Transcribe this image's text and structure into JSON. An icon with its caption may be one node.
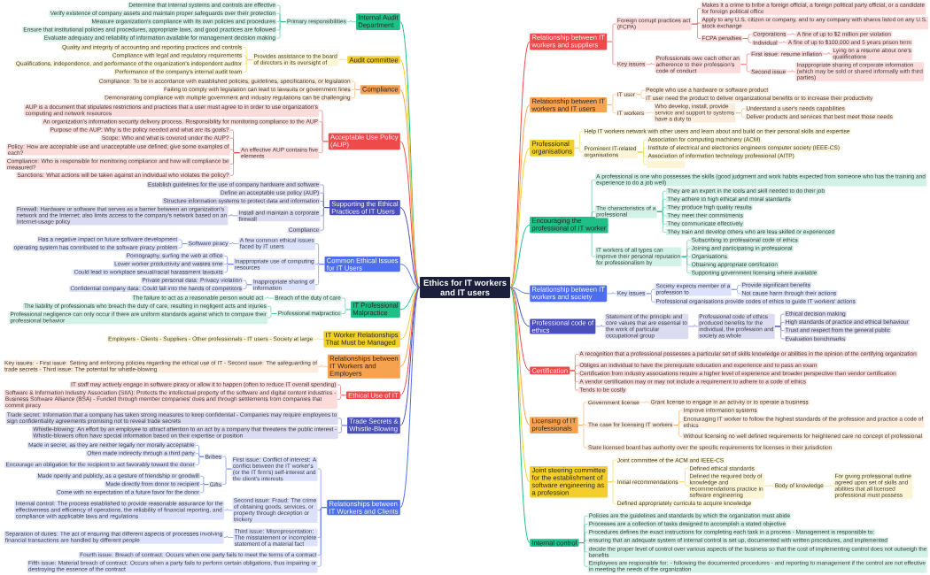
{
  "diagram": {
    "nodes": [
      {
        "text": [
          "Ethics for IT workers and IT users"
        ]
      },
      {
        "text": [
          "Internal Audit Department"
        ]
      },
      {
        "text": [
          "Primary responsibilities"
        ]
      },
      {
        "text": [
          "Determine that internal systems and controls are effective"
        ]
      },
      {
        "text": [
          "Verify existence of company assets and maintain proper safeguards over their protection"
        ]
      },
      {
        "text": [
          "Measure organization's compliance with its own policies and procedures"
        ]
      },
      {
        "text": [
          "Ensure that institutional policies and procedures, appropriate laws, and good practices are followed"
        ]
      },
      {
        "text": [
          "Evaluate adequacy and reliability of information available for management decision making"
        ]
      },
      {
        "text": [
          "Audit committee"
        ]
      },
      {
        "text": [
          "Provides assistance to the board of directors in its oversight of"
        ]
      },
      {
        "text": [
          "Quality and integrity of accounting and reporting practices and controls"
        ]
      },
      {
        "text": [
          "Compliance with legal and regulatory requirements"
        ]
      },
      {
        "text": [
          "Qualifications, independence, and performance of the organization's independent auditor"
        ]
      },
      {
        "text": [
          "Performance of the company's internal audit team"
        ]
      },
      {
        "text": [
          "Compliance"
        ]
      },
      {
        "text": [
          "Compliance: To be in accordance with established policies, guidelines, specifications, or legislation"
        ]
      },
      {
        "text": [
          "Failing to comply with legislation can lead to lawsuits or government fines"
        ]
      },
      {
        "text": [
          "Demonstrating compliance with multiple government and industry regulations can be challenging"
        ]
      },
      {
        "text": [
          "Acceptable Use Policy (AUP)"
        ]
      },
      {
        "text": [
          "AUP is a document that stipulates restrictions and practices that a user must agree to in order to use organization's computing and network resources"
        ]
      },
      {
        "text": [
          "An organization's information security delivery process. Responsibility for monitoring compliance to the AUP"
        ]
      },
      {
        "text": [
          "An effective AUP contains five elements"
        ]
      },
      {
        "text": [
          "Purpose of the AUP: Why is the policy needed and what are its goals?"
        ]
      },
      {
        "text": [
          "Scope: Who and what is covered under the AUP?"
        ]
      },
      {
        "text": [
          "Policy: How are acceptable use and unacceptable use defined; give some examples of each?"
        ]
      },
      {
        "text": [
          "Compliance: Who is responsible for monitoring compliance and how will compliance be measured?"
        ]
      },
      {
        "text": [
          "Sanctions: What actions will be taken against an individual who violates the policy?"
        ]
      },
      {
        "text": [
          "Supporting the Ethical Practices of IT Users"
        ]
      },
      {
        "text": [
          "Establish guidelines for the use of company hardware and software"
        ]
      },
      {
        "text": [
          "Define an acceptable use policy (AUP)"
        ]
      },
      {
        "text": [
          "Structure information systems to protect data and information"
        ]
      },
      {
        "text": [
          "Install and maintain a corporate firewall"
        ]
      },
      {
        "text": [
          "Firewall: Hardware or software that serves as a barrier between an organization's network and the Internet; also limits access to the company's network based on an Internet-usage policy"
        ]
      },
      {
        "text": [
          "Compliance"
        ]
      },
      {
        "text": [
          "Common Ethical Issues for IT Users"
        ]
      },
      {
        "text": [
          "A few common ethical issues faced by IT users"
        ]
      },
      {
        "text": [
          "Software piracy"
        ]
      },
      {
        "text": [
          "Has a negative impact on future software development"
        ]
      },
      {
        "text": [
          "operating system has contributed to the software piracy problem"
        ]
      },
      {
        "text": [
          "Inappropriate use of computing resources"
        ]
      },
      {
        "text": [
          "Pornography, surfing the web at office"
        ]
      },
      {
        "text": [
          "Lower worker productivity and wastes time"
        ]
      },
      {
        "text": [
          "Could lead to workplace sexual/racial harassment lawsuits"
        ]
      },
      {
        "text": [
          "Inappropriate sharing of information"
        ]
      },
      {
        "text": [
          "Private personal data: Privacy violation"
        ]
      },
      {
        "text": [
          "Confidential company data: Could fall into the hands of competitors"
        ]
      },
      {
        "text": [
          "IT Professional Malpractice"
        ]
      },
      {
        "text": [
          "Breach of the duty of care"
        ]
      },
      {
        "text": [
          "The failure to act as a reasonable person would act"
        ]
      },
      {
        "text": [
          "Professional malpractice"
        ]
      },
      {
        "text": [
          "The liability of professionals who breach the duty of care, resulting in negligent acts and injuries"
        ]
      },
      {
        "text": [
          "Professional negligence can only occur if there are uniform standards against which to compare their professional behavior"
        ]
      },
      {
        "text": [
          "IT Worker Relationships That Must be Managed"
        ]
      },
      {
        "text": [
          "Employers - Clients - Suppliers - Other professionals - IT users - Society at large"
        ]
      },
      {
        "text": [
          "Relationships between IT Workers and Employers"
        ]
      },
      {
        "text": [
          "Key issues: - First issue: Setting and enforcing policies regarding the ethical use of IT - Second issue: The safeguarding of trade secrets - Third issue: The potential for whistle-blowing"
        ]
      },
      {
        "text": [
          "Ethical Use of IT"
        ]
      },
      {
        "text": [
          "IT staff may actively engage in software piracy or allow it to happen (often to reduce IT overall spending)"
        ]
      },
      {
        "text": [
          "Software & Information Industry Association (SIIA): Protects the intellectual property of the software and digital content industries - Business Software Alliance (BSA) - Funded through member companies' dues and through settlements from companies that commit piracy"
        ]
      },
      {
        "text": [
          "Trade Secrets & Whistle-Blowing"
        ]
      },
      {
        "text": [
          "Trade secret: Information that a company has taken strong measures to keep confidential - Companies may require employees to sign confidentiality agreements promising not to reveal trade secrets"
        ]
      },
      {
        "text": [
          "Whistle-blowing: An effort by an employee to attract attention to an act by a company that threatens the public interest - Whistle-blowers often have special information based on their expertise or position"
        ]
      },
      {
        "text": [
          "Relationships between IT Workers and Clients"
        ]
      },
      {
        "text": [
          "First issue: Conflict of interest: A conflict between the IT worker's (or the IT firm's) self-interest and the client's interests"
        ]
      },
      {
        "text": [
          "Bribes"
        ]
      },
      {
        "text": [
          "Made in secret, as they are neither legally nor morally acceptable"
        ]
      },
      {
        "text": [
          "Often made indirectly through a third party"
        ]
      },
      {
        "text": [
          "Encourage an obligation for the recipient to act favorably toward the donor"
        ]
      },
      {
        "text": [
          "Gifts"
        ]
      },
      {
        "text": [
          "Made openly and publicly, as a gesture of friendship or goodwill"
        ]
      },
      {
        "text": [
          "Made directly from donor to recipient"
        ]
      },
      {
        "text": [
          "Come with no expectation of a future favor for the donor"
        ]
      },
      {
        "text": [
          "Second issue: Fraud: The crime of obtaining goods, services, or property through deception or trickery"
        ]
      },
      {
        "text": [
          "Internal control: The process established to provide reasonable assurance for the effectiveness and efficiency of operations, the reliability of financial reporting, and compliance with applicable laws and regulations"
        ]
      },
      {
        "text": [
          "Third issue: Misrepresentation: The misstatement or incomplete statement of a material fact"
        ]
      },
      {
        "text": [
          "Separation of duties: The act of ensuring that different aspects of processes involving financial transactions are handled by different people"
        ]
      },
      {
        "text": [
          "Fourth issue: Breach of contract: Occurs when one party fails to meet the terms of a contract"
        ]
      },
      {
        "text": [
          "Fifth issue: Material breach of contract: Occurs when a party fails to perform certain obligations, thus impairing or destroying the essence of the contract"
        ]
      },
      {
        "text": [
          "Relationship between IT workers and suppliers"
        ]
      },
      {
        "text": [
          "Foreign corrupt practices act (FCPA)"
        ]
      },
      {
        "text": [
          "Makes it a crime to bribe a foreign official, a foreign political party official, or a candidate for foreign political office"
        ]
      },
      {
        "text": [
          "Apply to any U.S. citizen or company, and to any company with shares listed on any U.S. stock exchange"
        ]
      },
      {
        "text": [
          "FCPA penalties"
        ]
      },
      {
        "text": [
          "Corporations"
        ]
      },
      {
        "text": [
          "A fine of up to $2 million per violation"
        ]
      },
      {
        "text": [
          "Individual"
        ]
      },
      {
        "text": [
          "A fine of up to $100,000 and 5 years prison term"
        ]
      },
      {
        "text": [
          "Key issues"
        ]
      },
      {
        "text": [
          "Professionals owe each other an adherence to their profession's code of conduct"
        ]
      },
      {
        "text": [
          "First issue: resume inflation"
        ]
      },
      {
        "text": [
          "Lying on a resume about one's qualifications"
        ]
      },
      {
        "text": [
          "Second issue"
        ]
      },
      {
        "text": [
          "Inappropriate sharing of corporate information (which may be sold or shared informally with third parties)"
        ]
      },
      {
        "text": [
          "Relationship between IT workers and IT users"
        ]
      },
      {
        "text": [
          "IT user"
        ]
      },
      {
        "text": [
          "People who use a hardware or software product"
        ]
      },
      {
        "text": [
          "IT user need the product to deliver organizational benefits or to increase their productivity"
        ]
      },
      {
        "text": [
          "IT workers"
        ]
      },
      {
        "text": [
          "Who develop, install, provide service and support to systems have a duty to"
        ]
      },
      {
        "text": [
          "Understand a user's needs capabilities"
        ]
      },
      {
        "text": [
          "Deliver products and services that best meet those needs"
        ]
      },
      {
        "text": [
          "Professional organisations"
        ]
      },
      {
        "text": [
          "Help IT workers network with other users and learn about and build on their personal skills and expertise"
        ]
      },
      {
        "text": [
          "Prominent IT-related organisations"
        ]
      },
      {
        "text": [
          "Association for computing machinery (ACM)"
        ]
      },
      {
        "text": [
          "Institute of electrical and electronics engineers computer society (IEEE-CS)"
        ]
      },
      {
        "text": [
          "Association of information technology professional (AITP)"
        ]
      },
      {
        "text": [],
        "shape": "box"
      },
      {
        "text": [
          "Encouraging the professional of IT worker"
        ]
      },
      {
        "text": [
          "A professional is one who possesses the skills (good judgment and work habits expected from someone who has the training and experience to do a job well)"
        ]
      },
      {
        "text": [
          "The characteristics of a professional"
        ]
      },
      {
        "text": [
          "They are an expert in the tools and skill needed to do their job"
        ]
      },
      {
        "text": [
          "They adhere to high ethical and moral standards"
        ]
      },
      {
        "text": [
          "They produce high quality results"
        ]
      },
      {
        "text": [
          "They meet their commitments"
        ]
      },
      {
        "text": [
          "They communicate effectively"
        ]
      },
      {
        "text": [
          "They train and develop others who are less skilled or experienced"
        ]
      },
      {
        "text": [
          "IT workers of all types can improve their personal reputation for professionalism by"
        ]
      },
      {
        "text": [
          "Subscribing to professional code of ethics"
        ]
      },
      {
        "text": [
          "Joining and participating in professional"
        ]
      },
      {
        "text": [
          "Organisations"
        ]
      },
      {
        "text": [
          "Obtaining appropriate certification"
        ]
      },
      {
        "text": [
          "Supporting government licensing where available"
        ]
      },
      {
        "text": [
          "Relationship between IT workers and society"
        ]
      },
      {
        "text": [
          "Key issues"
        ]
      },
      {
        "text": [
          "Society expects member of a profession to"
        ]
      },
      {
        "text": [
          "Provide significant benefits"
        ]
      },
      {
        "text": [
          "Not cause harm through their actions"
        ]
      },
      {
        "text": [
          "Professional organisations provide codes of ethics to guide IT workers' actions"
        ]
      },
      {
        "text": [
          "Professional code of ethics"
        ]
      },
      {
        "text": [
          "Statement of the principle and core values that are essential to the work of particular occupational group"
        ]
      },
      {
        "text": [
          "Professional code of ethics produced benefits for the individual, the profession and society as whole"
        ]
      },
      {
        "text": [
          "Ethical decision making"
        ]
      },
      {
        "text": [
          "High standards of practice and ethical behaviour"
        ]
      },
      {
        "text": [
          "Trust and respect from the general public"
        ]
      },
      {
        "text": [
          "Evaluation benchmarks"
        ]
      },
      {
        "text": [
          "Certification"
        ]
      },
      {
        "text": [
          "A recognition that a professional possesses a particular set of skills knowledge or abilities in the opinion of the certifying organization"
        ]
      },
      {
        "text": [
          "Obliges an individual to have the prerequisite education and experience and to pass an exam"
        ]
      },
      {
        "text": [
          "Certification from industry associations require a higher level of experience and broader perspective than vendor certification"
        ]
      },
      {
        "text": [
          "A vendor certification may or may not include a requirement to adhere to a code of ethics"
        ]
      },
      {
        "text": [
          "Tends to be costly"
        ]
      },
      {
        "text": [
          "Licensing of IT professionals"
        ]
      },
      {
        "text": [
          "Government license"
        ]
      },
      {
        "text": [
          "Grant license to engage in an activity or to operate a business"
        ]
      },
      {
        "text": [
          "The case for licensing IT workers"
        ]
      },
      {
        "text": [
          "Improve information systems"
        ]
      },
      {
        "text": [
          "Encouraging IT worker to follow the highest standards of the profession and practice a code of ethics"
        ]
      },
      {
        "text": [
          "Without licensing no well defined requirements for heightened care no concept of professional"
        ]
      },
      {
        "text": [
          "State licensed board has authority over the specific requirements for licenses in their jurisdiction"
        ]
      },
      {
        "text": [
          "Joint steering committee for the establishment of software engineering as a profession"
        ]
      },
      {
        "text": [
          "Joint committee of the ACM and IEEE-CS"
        ]
      },
      {
        "text": [
          "Initial recommendations"
        ]
      },
      {
        "text": [
          "Defined ethical standards"
        ]
      },
      {
        "text": [
          "Defined the required body of knowledge and recommendations practice in software engineering"
        ]
      },
      {
        "text": [
          "Body of knowledge"
        ]
      },
      {
        "text": [
          "For giving professional outline agreed upon set of skills and abilities that all licensed professional must possess"
        ]
      },
      {
        "text": [
          "Defined appropriately curricula to acquire knowledge"
        ]
      },
      {
        "text": [
          "Internal control"
        ]
      },
      {
        "text": [
          "Policies are the guidelines and standards by which the organization must abide"
        ]
      },
      {
        "text": [
          "Processes are a collection of tasks designed to accomplish a stated objective"
        ]
      },
      {
        "text": [
          "Procedures defines the exact instructions for completing each task in a process - Management is responsible to:"
        ]
      },
      {
        "text": [
          "ensuring that an adequate system of internal control is set up, documented with written procedures, and implemented"
        ]
      },
      {
        "text": [
          "decide the proper level of control over various aspects of the business so that the cost of implementing control does not outweigh the benefits"
        ]
      },
      {
        "text": [
          "Employees are responsible for: - following the documented procedures - and reporting to management if the control are not effective in meeting the needs of the organization"
        ]
      }
    ],
    "edges": [
      {
        "from": 0,
        "to": 1,
        "arrow": "none",
        "color": "#1fbf88"
      },
      {
        "from": 1,
        "to": 2,
        "arrow": "none",
        "color": "#1fbf88"
      },
      {
        "from": 2,
        "to": 3,
        "arrow": "none",
        "color": "#1fbf88"
      },
      {
        "from": 2,
        "to": 4,
        "arrow": "none",
        "color": "#1fbf88"
      },
      {
        "from": 2,
        "to": 5,
        "arrow": "none",
        "color": "#1fbf88"
      },
      {
        "from": 2,
        "to": 6,
        "arrow": "none",
        "color": "#1fbf88"
      },
      {
        "from": 2,
        "to": 7,
        "arrow": "none",
        "color": "#1fbf88"
      },
      {
        "from": 0,
        "to": 8,
        "arrow": "none",
        "color": "#f2cf2b"
      },
      {
        "from": 8,
        "to": 9,
        "arrow": "none",
        "color": "#f2cf2b"
      },
      {
        "from": 9,
        "to": 10,
        "arrow": "none",
        "color": "#f2cf2b"
      },
      {
        "from": 9,
        "to": 11,
        "arrow": "none",
        "color": "#f2cf2b"
      },
      {
        "from": 9,
        "to": 12,
        "arrow": "none",
        "color": "#f2cf2b"
      },
      {
        "from": 9,
        "to": 13,
        "arrow": "none",
        "color": "#f2cf2b"
      },
      {
        "from": 0,
        "to": 14,
        "arrow": "none",
        "color": "#f6a24f"
      },
      {
        "from": 14,
        "to": 15,
        "arrow": "none",
        "color": "#f6a24f"
      },
      {
        "from": 14,
        "to": 16,
        "arrow": "none",
        "color": "#f6a24f"
      },
      {
        "from": 14,
        "to": 17,
        "arrow": "none",
        "color": "#f6a24f"
      },
      {
        "from": 0,
        "to": 18,
        "arrow": "none",
        "color": "#ef4a4a"
      },
      {
        "from": 18,
        "to": 19,
        "arrow": "none",
        "color": "#ef4a4a"
      },
      {
        "from": 18,
        "to": 20,
        "arrow": "none",
        "color": "#ef4a4a"
      },
      {
        "from": 18,
        "to": 21,
        "arrow": "none",
        "color": "#ef4a4a"
      },
      {
        "from": 21,
        "to": 22,
        "arrow": "none",
        "color": "#ef4a4a"
      },
      {
        "from": 21,
        "to": 23,
        "arrow": "none",
        "color": "#ef4a4a"
      },
      {
        "from": 21,
        "to": 24,
        "arrow": "none",
        "color": "#ef4a4a"
      },
      {
        "from": 21,
        "to": 25,
        "arrow": "none",
        "color": "#ef4a4a"
      },
      {
        "from": 21,
        "to": 26,
        "arrow": "none",
        "color": "#ef4a4a"
      },
      {
        "from": 0,
        "to": 27,
        "arrow": "none",
        "color": "#4a4fbb"
      },
      {
        "from": 27,
        "to": 28,
        "arrow": "none",
        "color": "#4a4fbb"
      },
      {
        "from": 27,
        "to": 29,
        "arrow": "none",
        "color": "#4a4fbb"
      },
      {
        "from": 27,
        "to": 30,
        "arrow": "none",
        "color": "#4a4fbb"
      },
      {
        "from": 27,
        "to": 31,
        "arrow": "none",
        "color": "#4a4fbb"
      },
      {
        "from": 31,
        "to": 32,
        "arrow": "none",
        "color": "#4a4fbb"
      },
      {
        "from": 27,
        "to": 33,
        "arrow": "none",
        "color": "#4a4fbb"
      },
      {
        "from": 0,
        "to": 34,
        "arrow": "none",
        "color": "#4e6ef0"
      },
      {
        "from": 34,
        "to": 35,
        "arrow": "none",
        "color": "#4e6ef0"
      },
      {
        "from": 35,
        "to": 36,
        "arrow": "none",
        "color": "#4e6ef0"
      },
      {
        "from": 36,
        "to": 37,
        "arrow": "none",
        "color": "#4e6ef0"
      },
      {
        "from": 36,
        "to": 38,
        "arrow": "none",
        "color": "#4e6ef0"
      },
      {
        "from": 34,
        "to": 39,
        "arrow": "none",
        "color": "#4e6ef0"
      },
      {
        "from": 39,
        "to": 40,
        "arrow": "none",
        "color": "#4e6ef0"
      },
      {
        "from": 39,
        "to": 41,
        "arrow": "none",
        "color": "#4e6ef0"
      },
      {
        "from": 39,
        "to": 42,
        "arrow": "none",
        "color": "#4e6ef0"
      },
      {
        "from": 34,
        "to": 43,
        "arrow": "none",
        "color": "#4e6ef0"
      },
      {
        "from": 43,
        "to": 44,
        "arrow": "none",
        "color": "#4e6ef0"
      },
      {
        "from": 43,
        "to": 45,
        "arrow": "none",
        "color": "#4e6ef0"
      },
      {
        "from": 0,
        "to": 46,
        "arrow": "none",
        "color": "#1fbf88"
      },
      {
        "from": 46,
        "to": 47,
        "arrow": "none",
        "color": "#1fbf88"
      },
      {
        "from": 47,
        "to": 48,
        "arrow": "none",
        "color": "#1fbf88"
      },
      {
        "from": 46,
        "to": 49,
        "arrow": "none",
        "color": "#1fbf88"
      },
      {
        "from": 49,
        "to": 50,
        "arrow": "none",
        "color": "#1fbf88"
      },
      {
        "from": 49,
        "to": 51,
        "arrow": "none",
        "color": "#1fbf88"
      },
      {
        "from": 0,
        "to": 52,
        "arrow": "none",
        "color": "#f2cf2b"
      },
      {
        "from": 52,
        "to": 53,
        "arrow": "none",
        "color": "#f2cf2b"
      },
      {
        "from": 0,
        "to": 54,
        "arrow": "none",
        "color": "#f6a24f"
      },
      {
        "from": 54,
        "to": 55,
        "arrow": "none",
        "color": "#f6a24f"
      },
      {
        "from": 0,
        "to": 56,
        "arrow": "none",
        "color": "#ef4a4a"
      },
      {
        "from": 56,
        "to": 57,
        "arrow": "none",
        "color": "#ef4a4a"
      },
      {
        "from": 56,
        "to": 58,
        "arrow": "none",
        "color": "#ef4a4a"
      },
      {
        "from": 0,
        "to": 59,
        "arrow": "none",
        "color": "#4a4fbb"
      },
      {
        "from": 59,
        "to": 60,
        "arrow": "none",
        "color": "#4a4fbb"
      },
      {
        "from": 59,
        "to": 61,
        "arrow": "none",
        "color": "#4a4fbb"
      },
      {
        "from": 0,
        "to": 62,
        "arrow": "none",
        "color": "#4e6ef0"
      },
      {
        "from": 62,
        "to": 63,
        "arrow": "none",
        "color": "#4e6ef0"
      },
      {
        "from": 63,
        "to": 64,
        "arrow": "none",
        "color": "#4e6ef0"
      },
      {
        "from": 64,
        "to": 65,
        "arrow": "none",
        "color": "#4e6ef0"
      },
      {
        "from": 64,
        "to": 66,
        "arrow": "none",
        "color": "#4e6ef0"
      },
      {
        "from": 64,
        "to": 67,
        "arrow": "none",
        "color": "#4e6ef0"
      },
      {
        "from": 63,
        "to": 68,
        "arrow": "none",
        "color": "#4e6ef0"
      },
      {
        "from": 68,
        "to": 69,
        "arrow": "none",
        "color": "#4e6ef0"
      },
      {
        "from": 68,
        "to": 70,
        "arrow": "none",
        "color": "#4e6ef0"
      },
      {
        "from": 68,
        "to": 71,
        "arrow": "none",
        "color": "#4e6ef0"
      },
      {
        "from": 62,
        "to": 72,
        "arrow": "none",
        "color": "#4e6ef0"
      },
      {
        "from": 72,
        "to": 73,
        "arrow": "none",
        "color": "#4e6ef0"
      },
      {
        "from": 62,
        "to": 74,
        "arrow": "none",
        "color": "#4e6ef0"
      },
      {
        "from": 74,
        "to": 75,
        "arrow": "none",
        "color": "#4e6ef0"
      },
      {
        "from": 62,
        "to": 76,
        "arrow": "none",
        "color": "#4e6ef0"
      },
      {
        "from": 62,
        "to": 77,
        "arrow": "none",
        "color": "#4e6ef0"
      },
      {
        "from": 0,
        "to": 78,
        "arrow": "none",
        "color": "#ef4a4a"
      },
      {
        "from": 78,
        "to": 79,
        "arrow": "none",
        "color": "#ef4a4a"
      },
      {
        "from": 79,
        "to": 80,
        "arrow": "none",
        "color": "#ef4a4a"
      },
      {
        "from": 79,
        "to": 81,
        "arrow": "none",
        "color": "#ef4a4a"
      },
      {
        "from": 79,
        "to": 82,
        "arrow": "none",
        "color": "#ef4a4a"
      },
      {
        "from": 82,
        "to": 83,
        "arrow": "none",
        "color": "#ef4a4a"
      },
      {
        "from": 83,
        "to": 84,
        "arrow": "none",
        "color": "#ef4a4a"
      },
      {
        "from": 82,
        "to": 85,
        "arrow": "none",
        "color": "#ef4a4a"
      },
      {
        "from": 85,
        "to": 86,
        "arrow": "none",
        "color": "#ef4a4a"
      },
      {
        "from": 78,
        "to": 87,
        "arrow": "none",
        "color": "#ef4a4a"
      },
      {
        "from": 87,
        "to": 88,
        "arrow": "none",
        "color": "#ef4a4a"
      },
      {
        "from": 88,
        "to": 89,
        "arrow": "none",
        "color": "#ef4a4a"
      },
      {
        "from": 89,
        "to": 90,
        "arrow": "none",
        "color": "#ef4a4a"
      },
      {
        "from": 88,
        "to": 91,
        "arrow": "none",
        "color": "#ef4a4a"
      },
      {
        "from": 91,
        "to": 92,
        "arrow": "none",
        "color": "#ef4a4a"
      },
      {
        "from": 0,
        "to": 93,
        "arrow": "none",
        "color": "#f6a24f"
      },
      {
        "from": 93,
        "to": 94,
        "arrow": "none",
        "color": "#f6a24f"
      },
      {
        "from": 94,
        "to": 95,
        "arrow": "none",
        "color": "#f6a24f"
      },
      {
        "from": 94,
        "to": 96,
        "arrow": "none",
        "color": "#f6a24f"
      },
      {
        "from": 93,
        "to": 97,
        "arrow": "none",
        "color": "#f6a24f"
      },
      {
        "from": 97,
        "to": 98,
        "arrow": "none",
        "color": "#f6a24f"
      },
      {
        "from": 98,
        "to": 99,
        "arrow": "none",
        "color": "#f6a24f"
      },
      {
        "from": 98,
        "to": 100,
        "arrow": "none",
        "color": "#f6a24f"
      },
      {
        "from": 0,
        "to": 101,
        "arrow": "none",
        "color": "#f2cf2b"
      },
      {
        "from": 101,
        "to": 102,
        "arrow": "none",
        "color": "#f2cf2b"
      },
      {
        "from": 101,
        "to": 103,
        "arrow": "none",
        "color": "#f2cf2b"
      },
      {
        "from": 103,
        "to": 104,
        "arrow": "none",
        "color": "#f2cf2b"
      },
      {
        "from": 103,
        "to": 105,
        "arrow": "none",
        "color": "#f2cf2b"
      },
      {
        "from": 103,
        "to": 106,
        "arrow": "none",
        "color": "#f2cf2b"
      },
      {
        "from": 103,
        "to": 107,
        "arrow": "none",
        "color": "#f2cf2b"
      },
      {
        "from": 0,
        "to": 108,
        "arrow": "none",
        "color": "#1fbf88"
      },
      {
        "from": 108,
        "to": 109,
        "arrow": "none",
        "color": "#1fbf88"
      },
      {
        "from": 108,
        "to": 110,
        "arrow": "none",
        "color": "#1fbf88"
      },
      {
        "from": 110,
        "to": 111,
        "arrow": "none",
        "color": "#1fbf88"
      },
      {
        "from": 110,
        "to": 112,
        "arrow": "none",
        "color": "#1fbf88"
      },
      {
        "from": 110,
        "to": 113,
        "arrow": "none",
        "color": "#1fbf88"
      },
      {
        "from": 110,
        "to": 114,
        "arrow": "none",
        "color": "#1fbf88"
      },
      {
        "from": 110,
        "to": 115,
        "arrow": "none",
        "color": "#1fbf88"
      },
      {
        "from": 110,
        "to": 116,
        "arrow": "none",
        "color": "#1fbf88"
      },
      {
        "from": 108,
        "to": 117,
        "arrow": "none",
        "color": "#1fbf88"
      },
      {
        "from": 117,
        "to": 118,
        "arrow": "none",
        "color": "#1fbf88"
      },
      {
        "from": 117,
        "to": 119,
        "arrow": "none",
        "color": "#1fbf88"
      },
      {
        "from": 117,
        "to": 120,
        "arrow": "none",
        "color": "#1fbf88"
      },
      {
        "from": 117,
        "to": 121,
        "arrow": "none",
        "color": "#1fbf88"
      },
      {
        "from": 117,
        "to": 122,
        "arrow": "none",
        "color": "#1fbf88"
      },
      {
        "from": 0,
        "to": 123,
        "arrow": "none",
        "color": "#4e6ef0"
      },
      {
        "from": 123,
        "to": 124,
        "arrow": "none",
        "color": "#4e6ef0"
      },
      {
        "from": 124,
        "to": 125,
        "arrow": "none",
        "color": "#4e6ef0"
      },
      {
        "from": 125,
        "to": 126,
        "arrow": "none",
        "color": "#4e6ef0"
      },
      {
        "from": 125,
        "to": 127,
        "arrow": "none",
        "color": "#4e6ef0"
      },
      {
        "from": 124,
        "to": 128,
        "arrow": "none",
        "color": "#4e6ef0"
      },
      {
        "from": 0,
        "to": 129,
        "arrow": "none",
        "color": "#4a4fbb"
      },
      {
        "from": 129,
        "to": 130,
        "arrow": "none",
        "color": "#4a4fbb"
      },
      {
        "from": 130,
        "to": 131,
        "arrow": "none",
        "color": "#4a4fbb"
      },
      {
        "from": 131,
        "to": 132,
        "arrow": "none",
        "color": "#4a4fbb"
      },
      {
        "from": 131,
        "to": 133,
        "arrow": "none",
        "color": "#4a4fbb"
      },
      {
        "from": 131,
        "to": 134,
        "arrow": "none",
        "color": "#4a4fbb"
      },
      {
        "from": 131,
        "to": 135,
        "arrow": "none",
        "color": "#4a4fbb"
      },
      {
        "from": 0,
        "to": 136,
        "arrow": "none",
        "color": "#ef4a4a"
      },
      {
        "from": 136,
        "to": 137,
        "arrow": "none",
        "color": "#ef4a4a"
      },
      {
        "from": 136,
        "to": 138,
        "arrow": "none",
        "color": "#ef4a4a"
      },
      {
        "from": 136,
        "to": 139,
        "arrow": "none",
        "color": "#ef4a4a"
      },
      {
        "from": 136,
        "to": 140,
        "arrow": "none",
        "color": "#ef4a4a"
      },
      {
        "from": 136,
        "to": 141,
        "arrow": "none",
        "color": "#ef4a4a"
      },
      {
        "from": 0,
        "to": 142,
        "arrow": "none",
        "color": "#f6a24f"
      },
      {
        "from": 142,
        "to": 143,
        "arrow": "none",
        "color": "#f6a24f"
      },
      {
        "from": 143,
        "to": 144,
        "arrow": "none",
        "color": "#f6a24f"
      },
      {
        "from": 142,
        "to": 145,
        "arrow": "none",
        "color": "#f6a24f"
      },
      {
        "from": 145,
        "to": 146,
        "arrow": "none",
        "color": "#f6a24f"
      },
      {
        "from": 145,
        "to": 147,
        "arrow": "none",
        "color": "#f6a24f"
      },
      {
        "from": 145,
        "to": 148,
        "arrow": "none",
        "color": "#f6a24f"
      },
      {
        "from": 142,
        "to": 149,
        "arrow": "none",
        "color": "#f6a24f"
      },
      {
        "from": 0,
        "to": 150,
        "arrow": "none",
        "color": "#f2cf2b"
      },
      {
        "from": 150,
        "to": 151,
        "arrow": "none",
        "color": "#f2cf2b"
      },
      {
        "from": 150,
        "to": 152,
        "arrow": "none",
        "color": "#f2cf2b"
      },
      {
        "from": 152,
        "to": 153,
        "arrow": "none",
        "color": "#f2cf2b"
      },
      {
        "from": 152,
        "to": 154,
        "arrow": "none",
        "color": "#f2cf2b"
      },
      {
        "from": 154,
        "to": 155,
        "arrow": "none",
        "color": "#f2cf2b"
      },
      {
        "from": 155,
        "to": 156,
        "arrow": "none",
        "color": "#f2cf2b"
      },
      {
        "from": 150,
        "to": 157,
        "arrow": "none",
        "color": "#f2cf2b"
      },
      {
        "from": 0,
        "to": 158,
        "arrow": "none",
        "color": "#1fbf88"
      },
      {
        "from": 158,
        "to": 159,
        "arrow": "none",
        "color": "#1fbf88"
      },
      {
        "from": 158,
        "to": 160,
        "arrow": "none",
        "color": "#1fbf88"
      },
      {
        "from": 158,
        "to": 161,
        "arrow": "none",
        "color": "#1fbf88"
      },
      {
        "from": 158,
        "to": 162,
        "arrow": "none",
        "color": "#1fbf88"
      },
      {
        "from": 158,
        "to": 163,
        "arrow": "none",
        "color": "#1fbf88"
      },
      {
        "from": 158,
        "to": 164,
        "arrow": "none",
        "color": "#1fbf88"
      }
    ]
  }
}
